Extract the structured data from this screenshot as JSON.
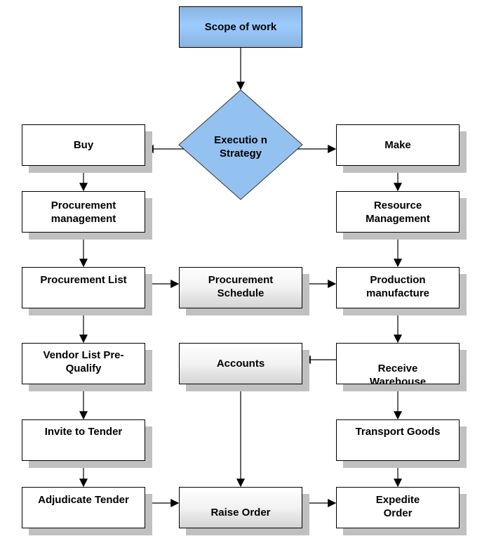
{
  "nodes": {
    "scope": "Scope of work",
    "strategy": "Executio n Strategy",
    "buy": "Buy",
    "make": "Make",
    "procurement_management": "Procurement management",
    "resource_management": "Resource Management",
    "procurement_list": "Procurement List",
    "procurement_schedule": "Procurement Schedule",
    "production": "Production manufacture",
    "vendor_list": "Vendor List Pre-Qualify",
    "accounts": "Accounts",
    "receive_warehouse": "Receive Warehouse",
    "invite_tender": "Invite to Tender",
    "transport_goods": "Transport Goods",
    "adjudicate_tender": "Adjudicate Tender",
    "raise_order": "Raise Order",
    "expedite_order": "Expedite Order"
  },
  "colors": {
    "decision_fill": "#9ccbff",
    "shadow": "#c0c0c0"
  }
}
